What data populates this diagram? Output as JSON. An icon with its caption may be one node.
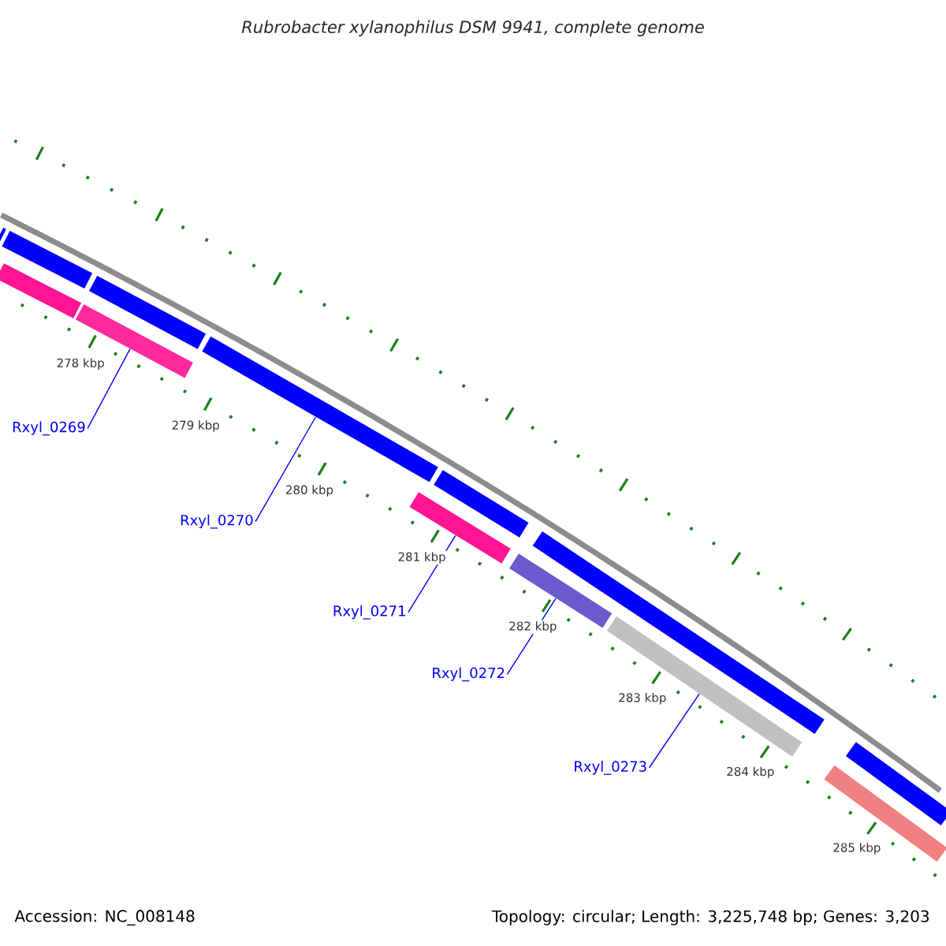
{
  "diagram": {
    "title": "Rubrobacter xylanophilus DSM 9941, complete genome",
    "nodes": [
      {
        "text": [],
        "shape": "bar"
      },
      {
        "text": [],
        "shape": "bar"
      },
      {
        "text": [],
        "shape": "bar"
      },
      {
        "text": [],
        "shape": "bar"
      },
      {
        "text": [],
        "shape": "bar"
      },
      {
        "text": [],
        "shape": "bar"
      },
      {
        "text": [],
        "shape": "bar"
      },
      {
        "text": [],
        "shape": "bar"
      },
      {
        "text": [],
        "shape": "bar"
      },
      {
        "text": [],
        "shape": "bar"
      },
      {
        "text": [],
        "shape": "bar"
      },
      {
        "text": [],
        "shape": "bar"
      },
      {
        "text": [],
        "shape": "bar"
      },
      {
        "text": [
          "Rxyl_0269"
        ]
      },
      {
        "text": [
          "Rxyl_0270"
        ]
      },
      {
        "text": [
          "Rxyl_0271"
        ]
      },
      {
        "text": [
          "Rxyl_0272"
        ]
      },
      {
        "text": [
          "Rxyl_0273"
        ]
      }
    ],
    "edges": [
      {
        "from": 13,
        "to": 8,
        "arrow": "none"
      },
      {
        "from": 14,
        "to": 3,
        "arrow": "none"
      },
      {
        "from": 15,
        "to": 9,
        "arrow": "none"
      },
      {
        "from": 16,
        "to": 10,
        "arrow": "none"
      },
      {
        "from": 17,
        "to": 11,
        "arrow": "none"
      }
    ],
    "labels": [
      "278 kbp",
      "279 kbp",
      "280 kbp",
      "281 kbp",
      "282 kbp",
      "283 kbp",
      "284 kbp",
      "285 kbp",
      "Accession: NC_008148",
      "Topology: circular; Length: 3,225,748 bp; Genes: 3,203"
    ]
  }
}
